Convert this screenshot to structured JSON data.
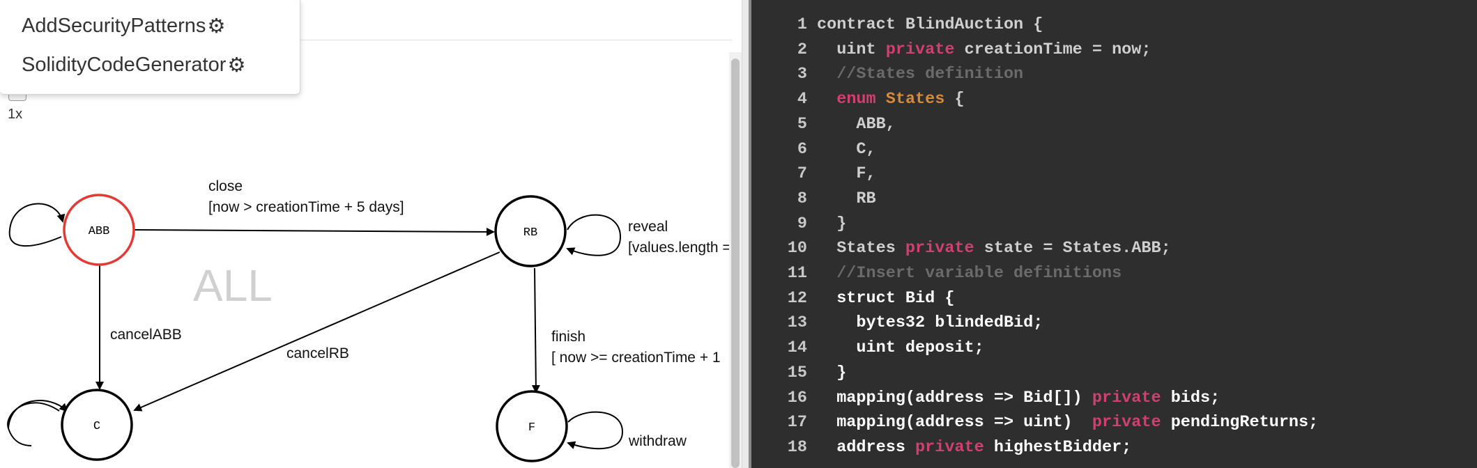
{
  "menu": {
    "items": [
      {
        "label": "AddSecurityPatterns",
        "icon": "gear-icon"
      },
      {
        "label": "SolidityCodeGenerator",
        "icon": "gear-icon"
      }
    ]
  },
  "zoom_label": "1x",
  "diagram": {
    "watermark": "ALL",
    "states": [
      {
        "id": "ABB",
        "label": "ABB",
        "initial": true
      },
      {
        "id": "RB",
        "label": "RB",
        "initial": false
      },
      {
        "id": "C",
        "label": "C",
        "initial": false
      },
      {
        "id": "F",
        "label": "F",
        "initial": false
      }
    ],
    "edges": {
      "close": {
        "name": "close",
        "guard": "[now > creationTime + 5 days]"
      },
      "reveal": {
        "name": "reveal",
        "guard": "[values.length ="
      },
      "cancelABB": {
        "name": "cancelABB"
      },
      "cancelRB": {
        "name": "cancelRB"
      },
      "finish": {
        "name": "finish",
        "guard": "[ now >= creationTime + 1"
      },
      "withdraw": {
        "name": "withdraw"
      }
    }
  },
  "colors": {
    "initial_state": "#e53935",
    "editor_bg": "#2e2e2e",
    "keyword": "#d23f71",
    "type": "#d58b3a",
    "comment": "#6b6b6b",
    "plain": "#cfcfcf"
  },
  "code": [
    {
      "n": "1",
      "tokens": [
        {
          "t": "contract BlindAuction {",
          "c": "plain"
        }
      ]
    },
    {
      "n": "2",
      "tokens": [
        {
          "t": "  uint ",
          "c": "plain"
        },
        {
          "t": "private",
          "c": "keyword"
        },
        {
          "t": " creationTime = now;",
          "c": "plain"
        }
      ]
    },
    {
      "n": "3",
      "tokens": [
        {
          "t": "  //States definition",
          "c": "comment"
        }
      ]
    },
    {
      "n": "4",
      "tokens": [
        {
          "t": "  ",
          "c": "plain"
        },
        {
          "t": "enum",
          "c": "keyword"
        },
        {
          "t": " ",
          "c": "plain"
        },
        {
          "t": "States",
          "c": "type"
        },
        {
          "t": " {",
          "c": "plain"
        }
      ]
    },
    {
      "n": "5",
      "tokens": [
        {
          "t": "    ABB,",
          "c": "plain"
        }
      ]
    },
    {
      "n": "6",
      "tokens": [
        {
          "t": "    C,",
          "c": "plain"
        }
      ]
    },
    {
      "n": "7",
      "tokens": [
        {
          "t": "    F,",
          "c": "plain"
        }
      ]
    },
    {
      "n": "8",
      "tokens": [
        {
          "t": "    RB",
          "c": "plain"
        }
      ]
    },
    {
      "n": "9",
      "tokens": [
        {
          "t": "  }",
          "c": "plain"
        }
      ]
    },
    {
      "n": "10",
      "tokens": [
        {
          "t": "  States ",
          "c": "plain"
        },
        {
          "t": "private",
          "c": "keyword"
        },
        {
          "t": " state = States.ABB;",
          "c": "plain"
        }
      ]
    },
    {
      "n": "11",
      "tokens": [
        {
          "t": "  //Insert variable definitions",
          "c": "comment"
        }
      ]
    },
    {
      "n": "12",
      "tokens": [
        {
          "t": "  struct Bid {",
          "c": "white"
        }
      ]
    },
    {
      "n": "13",
      "tokens": [
        {
          "t": "    bytes32 blindedBid;",
          "c": "white"
        }
      ]
    },
    {
      "n": "14",
      "tokens": [
        {
          "t": "    uint deposit;",
          "c": "white"
        }
      ]
    },
    {
      "n": "15",
      "tokens": [
        {
          "t": "  }",
          "c": "white"
        }
      ]
    },
    {
      "n": "16",
      "tokens": [
        {
          "t": "  mapping(address => Bid[]) ",
          "c": "white"
        },
        {
          "t": "private",
          "c": "keyword"
        },
        {
          "t": " bids;",
          "c": "white"
        }
      ]
    },
    {
      "n": "17",
      "tokens": [
        {
          "t": "  mapping(address => uint)  ",
          "c": "white"
        },
        {
          "t": "private",
          "c": "keyword"
        },
        {
          "t": " pendingReturns;",
          "c": "white"
        }
      ]
    },
    {
      "n": "18",
      "tokens": [
        {
          "t": "  address ",
          "c": "white"
        },
        {
          "t": "private",
          "c": "keyword"
        },
        {
          "t": " highestBidder;",
          "c": "white"
        }
      ]
    }
  ]
}
